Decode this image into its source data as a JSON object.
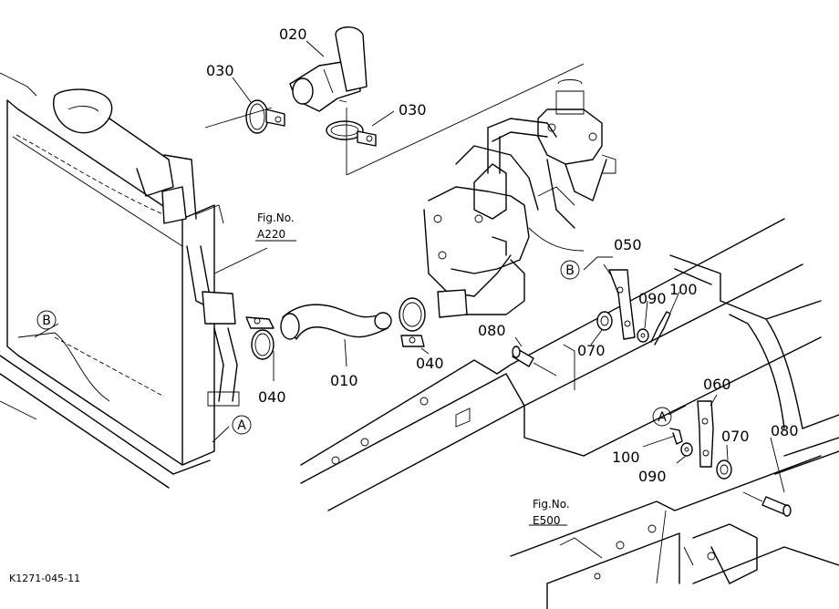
{
  "parts": {
    "p010": "010",
    "p020": "020",
    "p030_top": "030",
    "p030_right": "030",
    "p040_left": "040",
    "p040_right": "040",
    "p050": "050",
    "p060": "060",
    "p070_upper": "070",
    "p070_lower": "070",
    "p080_upper": "080",
    "p080_lower": "080",
    "p090_upper": "090",
    "p090_lower": "090",
    "p100_upper": "100",
    "p100_lower": "100"
  },
  "refs": {
    "fig_a220_line1": "Fig.No.",
    "fig_a220_line2": "A220",
    "fig_e500_line1": "Fig.No.",
    "fig_e500_line2": "E500"
  },
  "markers": {
    "a_left": "A",
    "a_right": "A",
    "b_left": "B",
    "b_right": "B"
  },
  "catalog_code": "K1271-045-11"
}
